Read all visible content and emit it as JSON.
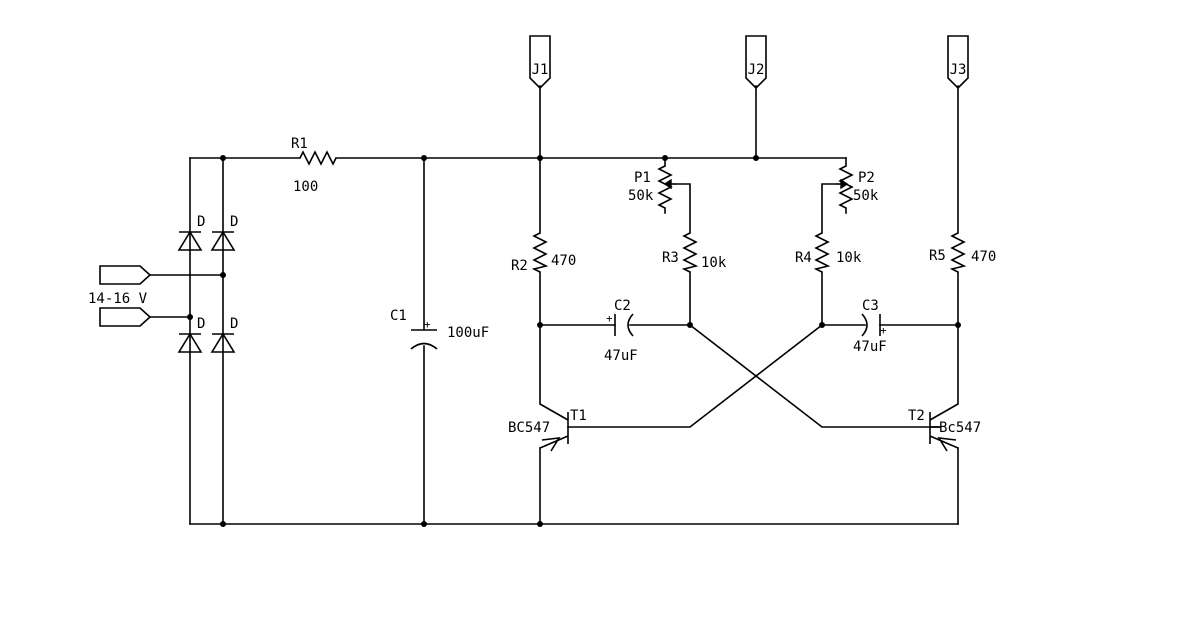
{
  "labels": {
    "j1": "J1",
    "j2": "J2",
    "j3": "J3",
    "r1": "R1",
    "r1_val": "100",
    "d1": "D",
    "d2": "D",
    "d3": "D",
    "d4": "D",
    "input_voltage": "14-16 V",
    "c1": "C1",
    "c1_val": "100uF",
    "p1": "P1",
    "p1_val": "50k",
    "p2": "P2",
    "p2_val": "50k",
    "r2": "R2",
    "r2_val": "470",
    "r3": "R3",
    "r3_val": "10k",
    "r4": "R4",
    "r4_val": "10k",
    "r5": "R5",
    "r5_val": "470",
    "c2": "C2",
    "c2_val": "47uF",
    "c2_pol": "+",
    "c3": "C3",
    "c3_val": "47uF",
    "c3_pol": "+",
    "c1_pol": "+",
    "t1": "T1",
    "t1_type": "BC547",
    "t2": "T2",
    "t2_type": "Bc547"
  }
}
